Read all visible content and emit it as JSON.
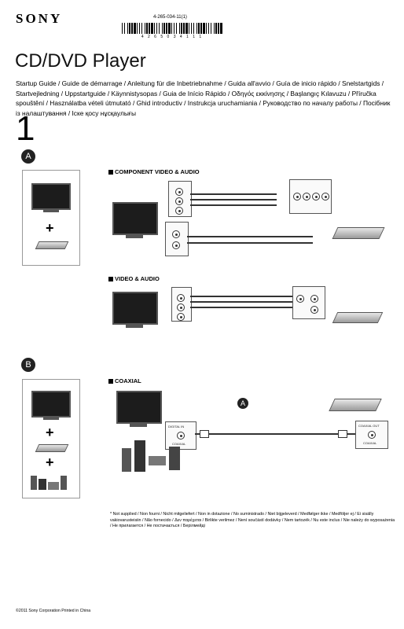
{
  "header": {
    "brand": "SONY",
    "part_number": "4-265-034-11(1)",
    "barcode_digits": "4 2 6 5 0 3 4 1 1 1"
  },
  "title": "CD/DVD Player",
  "languages": "Startup Guide / Guide de démarrage / Anleitung für die Inbetriebnahme / Guida all'avvio / Guía de inicio rápido / Snelstartgids / Startvejledning / Uppstartguide / Käynnistysopas / Guia de Início Rápido / Οδηγός εκκίνησης / Başlangıç Kılavuzu / Příručka spouštění / Használatba vételi útmutató / Ghid introductiv / Instrukcja uruchamiania / Руководство по началу работы / Посібник із налаштування / Іске қосу нұсқаулығы",
  "step": "1",
  "badges": {
    "a": "A",
    "b": "B",
    "cable_a": "A"
  },
  "sections": {
    "component": "COMPONENT VIDEO & AUDIO",
    "video_audio": "VIDEO & AUDIO",
    "coaxial": "COAXIAL"
  },
  "plus_sign": "+",
  "panel_labels": {
    "digital_in": "DIGITAL IN",
    "coaxial_tv": "COAXIAL",
    "coaxial_out": "COAXIAL OUT",
    "coaxial_player": "COAXIAL"
  },
  "footnote": "* Not supplied / Non fourni / Nicht mitgeliefert / Non in dotazione / No suministrado / Niet bijgeleverd / Medfølger ikke / Medföljer ej / Ei sisälly vakiovarusteisiin / Não fornecido / Δεν παρέχεται / Birlikte verilmez / Není součástí dodávky / Nem tartozék / Nu este inclus / Nie należy do wyposażenia / Не прилагается / Не постачається / Берілмейді",
  "copyright": "©2011 Sony Corporation  Printed in China"
}
